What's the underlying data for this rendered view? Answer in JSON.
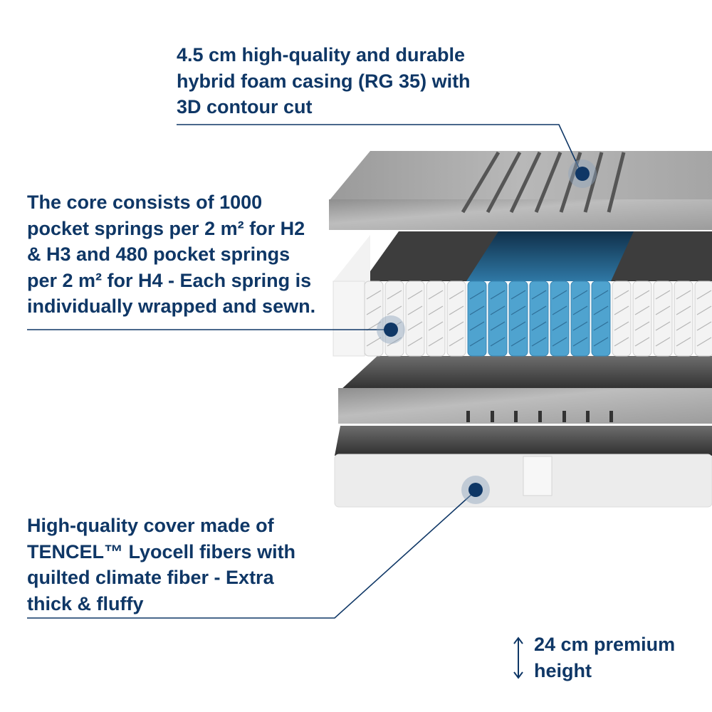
{
  "callouts": {
    "foam_casing": "4.5 cm high-quality and durable\nhybrid foam casing (RG 35) with\n3D contour cut",
    "core": "The core consists of 1000\npocket springs per 2 m² for H2\n& H3 and 480 pocket springs\nper 2 m² for H4 - Each spring is\nindividually wrapped and sewn.",
    "cover": "High-quality cover made of\nTENCEL™ Lyocell fibers with\nquilted climate fiber - Extra\nthick & fluffy",
    "height": "24 cm premium\nheight"
  },
  "colors": {
    "accent": "#0f3766",
    "spring_blue": "#4fa3cf"
  },
  "icons": {
    "height": "up-down-arrow-icon"
  }
}
